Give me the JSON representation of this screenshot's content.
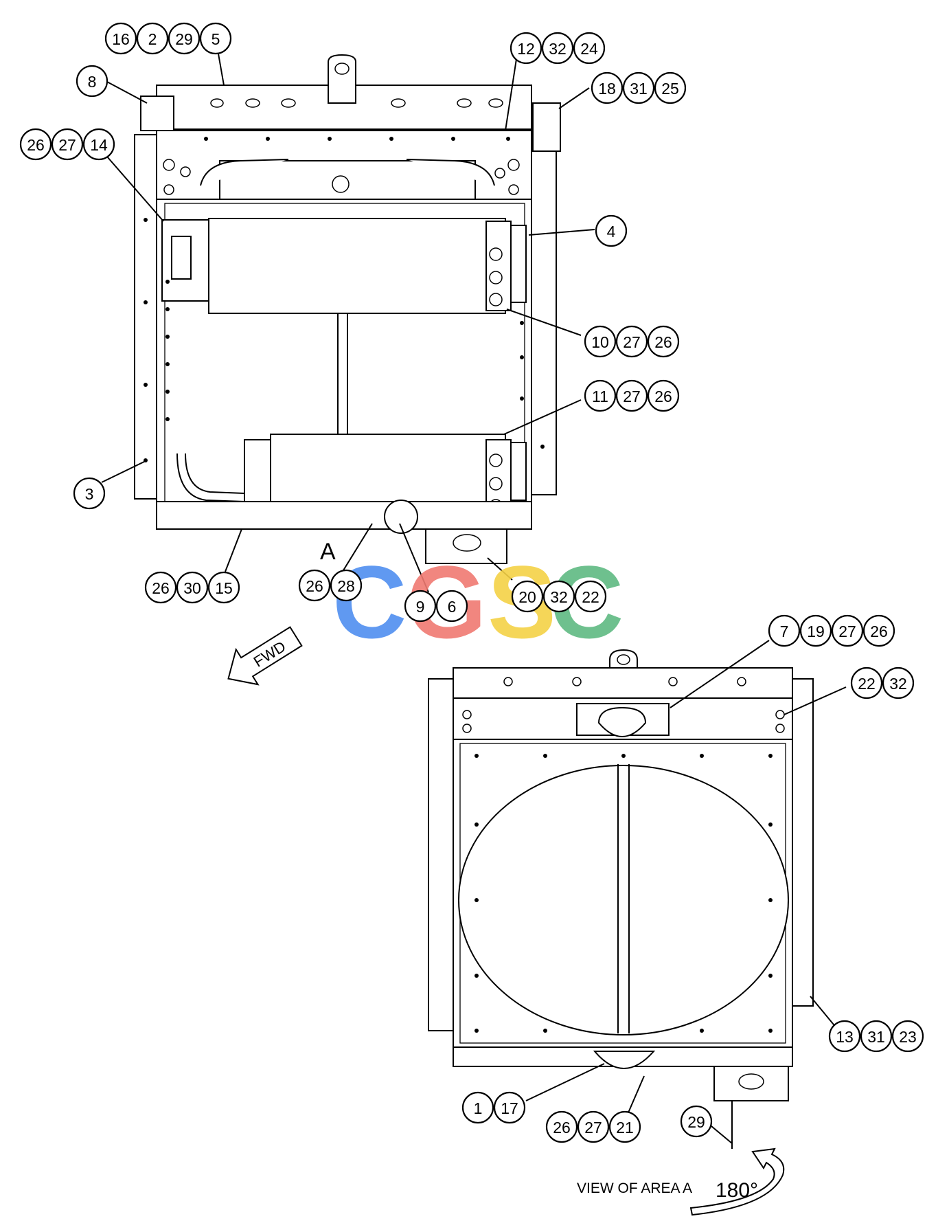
{
  "diagram": {
    "view_label": "A",
    "fwd_label": "FWD",
    "caption": "VIEW OF AREA A",
    "rotation": "180°",
    "watermark": "CGSC",
    "watermark_colors": [
      "#4f8ef0",
      "#f07a72",
      "#f5d246",
      "#5fba82"
    ]
  },
  "callouts_top": [
    [
      "16",
      "2",
      "29",
      "5"
    ],
    [
      "12",
      "32",
      "24"
    ],
    [
      "8"
    ],
    [
      "18",
      "31",
      "25"
    ],
    [
      "26",
      "27",
      "14"
    ],
    [
      "4"
    ],
    [
      "10",
      "27",
      "26"
    ],
    [
      "11",
      "27",
      "26"
    ],
    [
      "3"
    ],
    [
      "26",
      "30",
      "15"
    ],
    [
      "26",
      "28"
    ],
    [
      "9",
      "6"
    ],
    [
      "20",
      "32",
      "22"
    ]
  ],
  "callouts_bottom": [
    [
      "7",
      "19",
      "27",
      "26"
    ],
    [
      "22",
      "32"
    ],
    [
      "13",
      "31",
      "23"
    ],
    [
      "1",
      "17"
    ],
    [
      "26",
      "27",
      "21"
    ],
    [
      "29"
    ]
  ]
}
